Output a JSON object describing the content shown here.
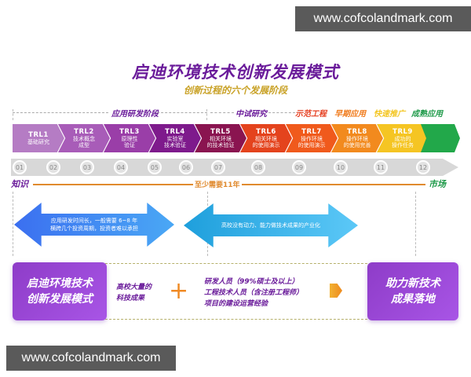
{
  "watermark": {
    "top": "www.cofcolandmark.com",
    "bottom": "www.cofcolandmark.com"
  },
  "header": {
    "title": "启迪环境技术创新发展模式",
    "subtitle": "创新过程的六个发展阶段"
  },
  "phases": [
    {
      "label": "应用研发阶段",
      "color": "#6a1b9a"
    },
    {
      "label": "中试研究",
      "color": "#6a1b9a"
    },
    {
      "label": "示范工程",
      "color": "#e53e1f"
    },
    {
      "label": "早期应用",
      "color": "#f07a1a"
    },
    {
      "label": "快速推广",
      "color": "#f3c623"
    },
    {
      "label": "成熟应用",
      "color": "#1f9a4a"
    }
  ],
  "trl": [
    {
      "label": "TRL1",
      "desc": [
        "基础研究"
      ],
      "color": "#b57cc4"
    },
    {
      "label": "TRL2",
      "desc": [
        "技术概念",
        "成型"
      ],
      "color": "#a85cb8"
    },
    {
      "label": "TRL3",
      "desc": [
        "原理性",
        "验证"
      ],
      "color": "#9a3ea8"
    },
    {
      "label": "TRL4",
      "desc": [
        "实验室",
        "技术验证"
      ],
      "color": "#7e1a8c"
    },
    {
      "label": "TRL5",
      "desc": [
        "相关环境",
        "的技术验证"
      ],
      "color": "#8a1450"
    },
    {
      "label": "TRL6",
      "desc": [
        "相关环境",
        "的使用演示"
      ],
      "color": "#e4431d"
    },
    {
      "label": "TRL7",
      "desc": [
        "操作环境",
        "的使用演示"
      ],
      "color": "#f05a1c"
    },
    {
      "label": "TRL8",
      "desc": [
        "操作环境",
        "的使用完善"
      ],
      "color": "#f28a1e"
    },
    {
      "label": "TRL9",
      "desc": [
        "成功的",
        "操作任务"
      ],
      "color": "#f5c523"
    },
    {
      "label": "",
      "desc": [],
      "color": "#22a84a"
    }
  ],
  "timeline": {
    "numbers": [
      "01",
      "02",
      "03",
      "04",
      "05",
      "06",
      "07",
      "08",
      "09",
      "10",
      "11",
      "12"
    ],
    "start": "知识",
    "middle": "至少需要11年",
    "end": "市场"
  },
  "arrows": [
    {
      "lines": [
        "应用研发时间长，一般需要 6~8 年",
        "横跨几个投资周期，投资者难以承担"
      ],
      "gradient": [
        "#3b6ff0",
        "#4aa8f5"
      ]
    },
    {
      "lines": [
        "高校没有动力、能力做技术成果的产业化"
      ],
      "gradient": [
        "#1e9fdc",
        "#5cc8f7"
      ]
    }
  ],
  "bottom": {
    "left_box": [
      "启迪环境技术",
      "创新发展模式"
    ],
    "resource1": [
      "高校大量的",
      "科技成果"
    ],
    "plus": "+",
    "resource2": [
      "研发人员（99%硕士及以上）",
      "工程技术人员（含注册工程师）",
      "项目的建设运营经验"
    ],
    "right_box": [
      "助力新技术",
      "成果落地"
    ]
  }
}
